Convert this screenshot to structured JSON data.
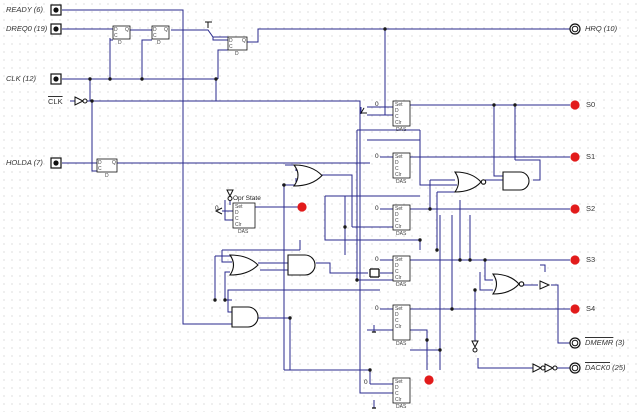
{
  "inputs": {
    "ready": "READY (6)",
    "dreq0": "DREQ0 (19)",
    "clk": "CLK (12)",
    "clk_bar": "CLK",
    "holda": "HOLDA (7)"
  },
  "outputs": {
    "hrq": "HRQ (10)",
    "dmemr": "DMEMR",
    "dmemr_pin": "(3)",
    "dack0": "DACK0",
    "dack0_pin": "(25)"
  },
  "states": {
    "s0": "S0",
    "s1": "S1",
    "s2": "S2",
    "s3": "S3",
    "s4": "S4"
  },
  "opr_state": "Opr State",
  "flipflop": {
    "d_caption": "D",
    "das_caption": "DAS",
    "pin_set": "Set",
    "pin_d": "D",
    "pin_c": "C",
    "pin_clr": "Clr",
    "pin_q": "Q",
    "const_zero": "0"
  },
  "colors": {
    "wire": "#2a2a8c",
    "led_on": "#e21b1b",
    "gate_stroke": "#111111",
    "node": "#1a1a1a"
  }
}
